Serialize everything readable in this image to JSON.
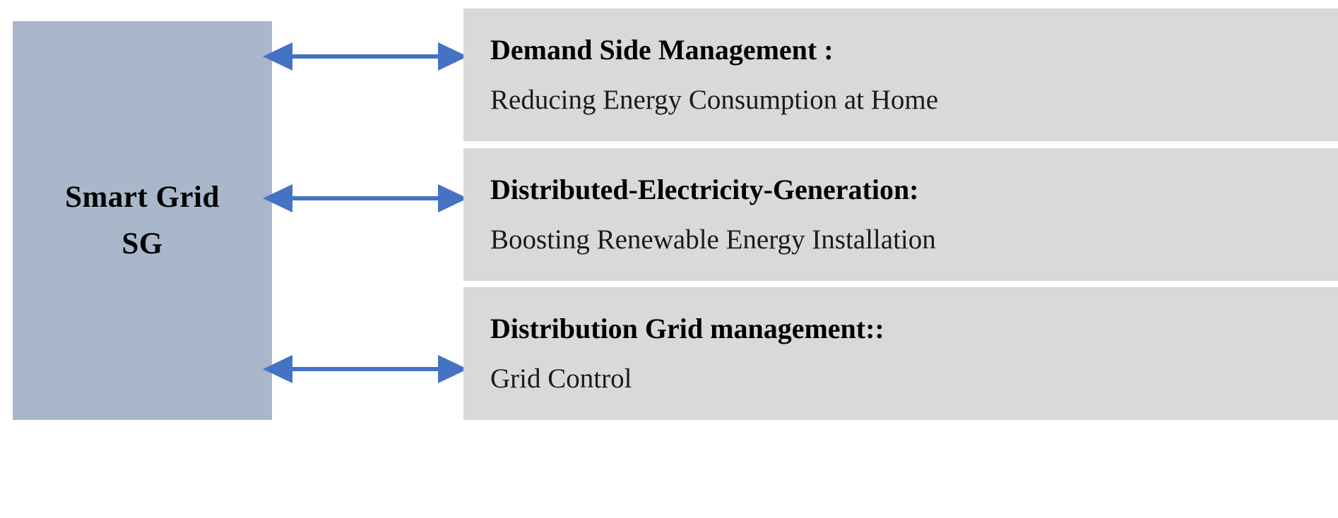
{
  "hub": {
    "name": "Smart Grid",
    "abbreviation": "SG",
    "fill_color": "#aab7ca"
  },
  "arrow": {
    "color": "#4472c4",
    "style": "double-headed",
    "count": 3
  },
  "applications": {
    "fill_color": "#d9d9d9",
    "items": [
      {
        "title": "Demand Side Management :",
        "description": "Reducing Energy Consumption at Home"
      },
      {
        "title": "Distributed-Electricity-Generation:",
        "description": "Boosting Renewable Energy Installation"
      },
      {
        "title": "Distribution Grid management::",
        "description": "Grid Control"
      }
    ]
  }
}
